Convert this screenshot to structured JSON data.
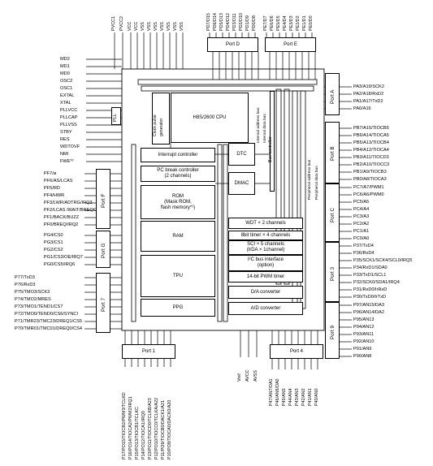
{
  "top_left_pins": [
    "PVCC1",
    "PVCC2",
    "VCC",
    "VCC",
    "VSS",
    "VSS",
    "VSS",
    "VSS",
    "VSS",
    "VSS",
    "VSS"
  ],
  "port_d_pins": [
    "PD7/D15",
    "PD6/D14",
    "PD5/D13",
    "PD4/D12",
    "PD3/D11",
    "PD2/D10",
    "PD1/D9",
    "PD0/D8"
  ],
  "port_e_pins": [
    "PE7/D7",
    "PE6/D6",
    "PE5/D5",
    "PE4/D4",
    "PE3/D3",
    "PE2/D2",
    "PE1/D1",
    "PE0/D0"
  ],
  "left_control_pins": [
    "MD2",
    "MD1",
    "MD0",
    "OSC2",
    "OSC1",
    "EXTAL",
    "XTAL",
    "PLLVCC",
    "PLLCAP",
    "PLLVSS",
    "STBY",
    "RES",
    "WDTOVF",
    "NMI",
    "FWE*²"
  ],
  "port_f_pins": [
    "PF7/ø",
    "PF6/AS/LCAS",
    "PF5/RD",
    "PF4/HWR",
    "PF3/LWR/ADTRG/IRQ3",
    "PF2/LCAS /WAIT/BREQO",
    "PF1/BACK/BUZZ",
    "PF0/BREQ/IRQ2"
  ],
  "port_g_pins": [
    "PG4/CS0",
    "PG3/CS1",
    "PG2/CS2",
    "PG1/CS3/OE/IRQ7",
    "PG0/CS5/IRQ6"
  ],
  "port_7_pins": [
    "P77/TxD3",
    "P76/RxD3",
    "P75/TMO3/SCK3",
    "P74/TMO2/MRES",
    "P73/TMO1/TEND1/CS7",
    "P72/TMO0/TEND0/CS6/SYNCI",
    "P71/TMR23/TMC23/DREQ1/CS5",
    "P70/TMR01/TMC01/DREQ0/CS4"
  ],
  "port_a_pins": [
    "PA3/A19/SCK2",
    "PA2/A18/RxD2",
    "PA1/A17/TxD2",
    "PA0/A16"
  ],
  "port_b_pins": [
    "PB7/A15/TIOCB5",
    "PB6/A14/TIOCA5",
    "PB5/A13/TIOCB4",
    "PB4/A12/TIOCA4",
    "PB3/A11/TIOCD3",
    "PB2/A10/TIOCC3",
    "PB1/A9/TIOCB3",
    "PB0/A8/TIOCA3"
  ],
  "port_c_pins": [
    "PC7/A7/PWM1",
    "PC6/A6/PWM0",
    "PC5/A5",
    "PC4/A4",
    "PC3/A3",
    "PC2/A2",
    "PC1/A1",
    "PC0/A0"
  ],
  "port_3_pins": [
    "P37/TxD4",
    "P36/RxD4",
    "P35/SCK1/SCK4/SCL0/IRQ5",
    "P34/RxD1/SDA0",
    "P33/TxD1/SCL1",
    "P32/SCK0/SDA1/IRQ4",
    "P31/RxD0/IrRxD",
    "P30/TxD0/IrTxD"
  ],
  "port_9_pins": [
    "P97/AN15/DA3",
    "P96/AN14/DA2",
    "P95/AN13",
    "P94/AN12",
    "P93/AN11",
    "P92/AN10",
    "P91/AN9",
    "P90/AN8"
  ],
  "port_1_pins": [
    "P17/PO15/TIOCB2/PWM3/TCLKD",
    "P16/PO14/TIOCA2/PWM2/IRQ1",
    "P15/PO13/TIOCB1/TCLKC",
    "P14/PO12/TIOCA1/IRQ0",
    "P13/PO11/TIOCD0/TCLKB/A23",
    "P12/PO10/TIOCC0/TCLKA/A22",
    "P11/PO9/TIOCB0/DACK1/A21",
    "P10/PO8/TIOCA0/DACK0/A20"
  ],
  "analog_pins": [
    "Vref",
    "AVCC",
    "AVSS"
  ],
  "port_4_pins": [
    "P47/AN7/DA1",
    "P46/AN6/DA0",
    "P45/AN5",
    "P44/AN4",
    "P43/AN3",
    "P42/AN2",
    "P41/AN1",
    "P40/AN0"
  ],
  "ports": {
    "d": "Port D",
    "e": "Port E",
    "a": "Port A",
    "b": "Port B",
    "c": "Port C",
    "p3": "Port 3",
    "p9": "Port 9",
    "f": "Port F",
    "g": "Port G",
    "p7": "Port 7",
    "p1": "Port 1",
    "p4": "Port 4"
  },
  "blocks": {
    "pll": "PLL",
    "clock": "Clock pulse generator",
    "cpu": "H8S/2600 CPU",
    "internal_addr_bus": "Internal address bus",
    "internal_data_bus": "Internal data bus",
    "bus_controller": "Bus controller",
    "peripheral_addr_bus": "Peripheral address bus",
    "peripheral_data_bus": "Peripheral data bus",
    "interrupt": "Interrupt controller",
    "dtc": "DTC",
    "pcbreak_1": "PC break controller",
    "pcbreak_2": "(2 channels)",
    "dmac": "DMAC",
    "rom_1": "ROM",
    "rom_2": "(Mask ROM,",
    "rom_3": "flash memory*¹)",
    "ram": "RAM",
    "tpu": "TPU",
    "ppg": "PPG",
    "wdt": "WDT × 2 channels",
    "timer8": "8bit timer × 4 channels",
    "sci_1": "SCI × 5 channels",
    "sci_2": "(IrDA × 1channel)",
    "i2c_1": "I²C bus interface",
    "i2c_2": "(option)",
    "pwm": "14-bit PWM timer",
    "da": "D/A converter",
    "ad": "A/D converter"
  }
}
